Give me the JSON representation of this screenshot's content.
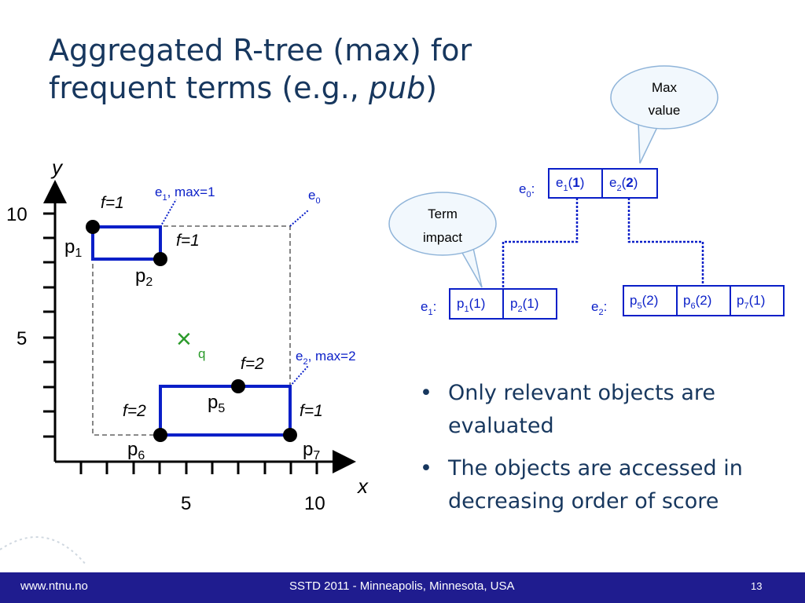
{
  "title": {
    "line1": "Aggregated R-tree (max) for",
    "line2_prefix": "frequent terms (e.g., ",
    "line2_italic": "pub",
    "line2_suffix": ")"
  },
  "plot": {
    "x_axis_label": "x",
    "y_axis_label": "y",
    "x_ticks": [
      "5",
      "10"
    ],
    "y_ticks": [
      "10",
      "5"
    ],
    "points": [
      {
        "name": "p",
        "sub": "1",
        "f": "f=1"
      },
      {
        "name": "p",
        "sub": "2",
        "f": "f=1"
      },
      {
        "name": "p",
        "sub": "5",
        "f": "f=2"
      },
      {
        "name": "p",
        "sub": "6",
        "f": "f=2"
      },
      {
        "name": "p",
        "sub": "7",
        "f": "f=1"
      }
    ],
    "query": {
      "symbol": "×",
      "label": "q"
    },
    "mbrs": {
      "e1": {
        "name": "e",
        "sub": "1",
        "note": ", max=1"
      },
      "e2": {
        "name": "e",
        "sub": "2",
        "note": ", max=2"
      },
      "e0": {
        "name": "e",
        "sub": "0"
      }
    }
  },
  "tree": {
    "root": {
      "label": "e",
      "sub": "0",
      "colon": ":",
      "entries": [
        {
          "name": "e",
          "sub": "1",
          "open": "(",
          "val": "1",
          "close": ")"
        },
        {
          "name": "e",
          "sub": "2",
          "open": "(",
          "val": "2",
          "close": ")"
        }
      ]
    },
    "e1_node": {
      "label": "e",
      "sub": "1",
      "colon": ":",
      "entries": [
        {
          "name": "p",
          "sub": "1",
          "val": "(1)"
        },
        {
          "name": "p",
          "sub": "2",
          "val": "(1)"
        }
      ]
    },
    "e2_node": {
      "label": "e",
      "sub": "2",
      "colon": ":",
      "entries": [
        {
          "name": "p",
          "sub": "5",
          "val": "(2)"
        },
        {
          "name": "p",
          "sub": "6",
          "val": "(2)"
        },
        {
          "name": "p",
          "sub": "7",
          "val": "(1)"
        }
      ]
    },
    "callout_max": {
      "line1": "Max",
      "line2": "value"
    },
    "callout_term": {
      "line1": "Term",
      "line2": "impact"
    }
  },
  "bullets": [
    {
      "line1": "Only relevant objects are",
      "line2": "evaluated"
    },
    {
      "line1": "The objects are accessed in",
      "line2": "decreasing order of score"
    }
  ],
  "bullet_glyph": "•",
  "footer": {
    "left": "www.ntnu.no",
    "center": "SSTD 2011 - Minneapolis, Minnesota, USA",
    "page": "13"
  },
  "colors": {
    "title": "#17375e",
    "blue": "#0a1fc8",
    "footer": "#1f1c8f",
    "query": "#2a9a2a",
    "callout_stroke": "#8fb4d9",
    "callout_fill": "#f2f8fd"
  }
}
